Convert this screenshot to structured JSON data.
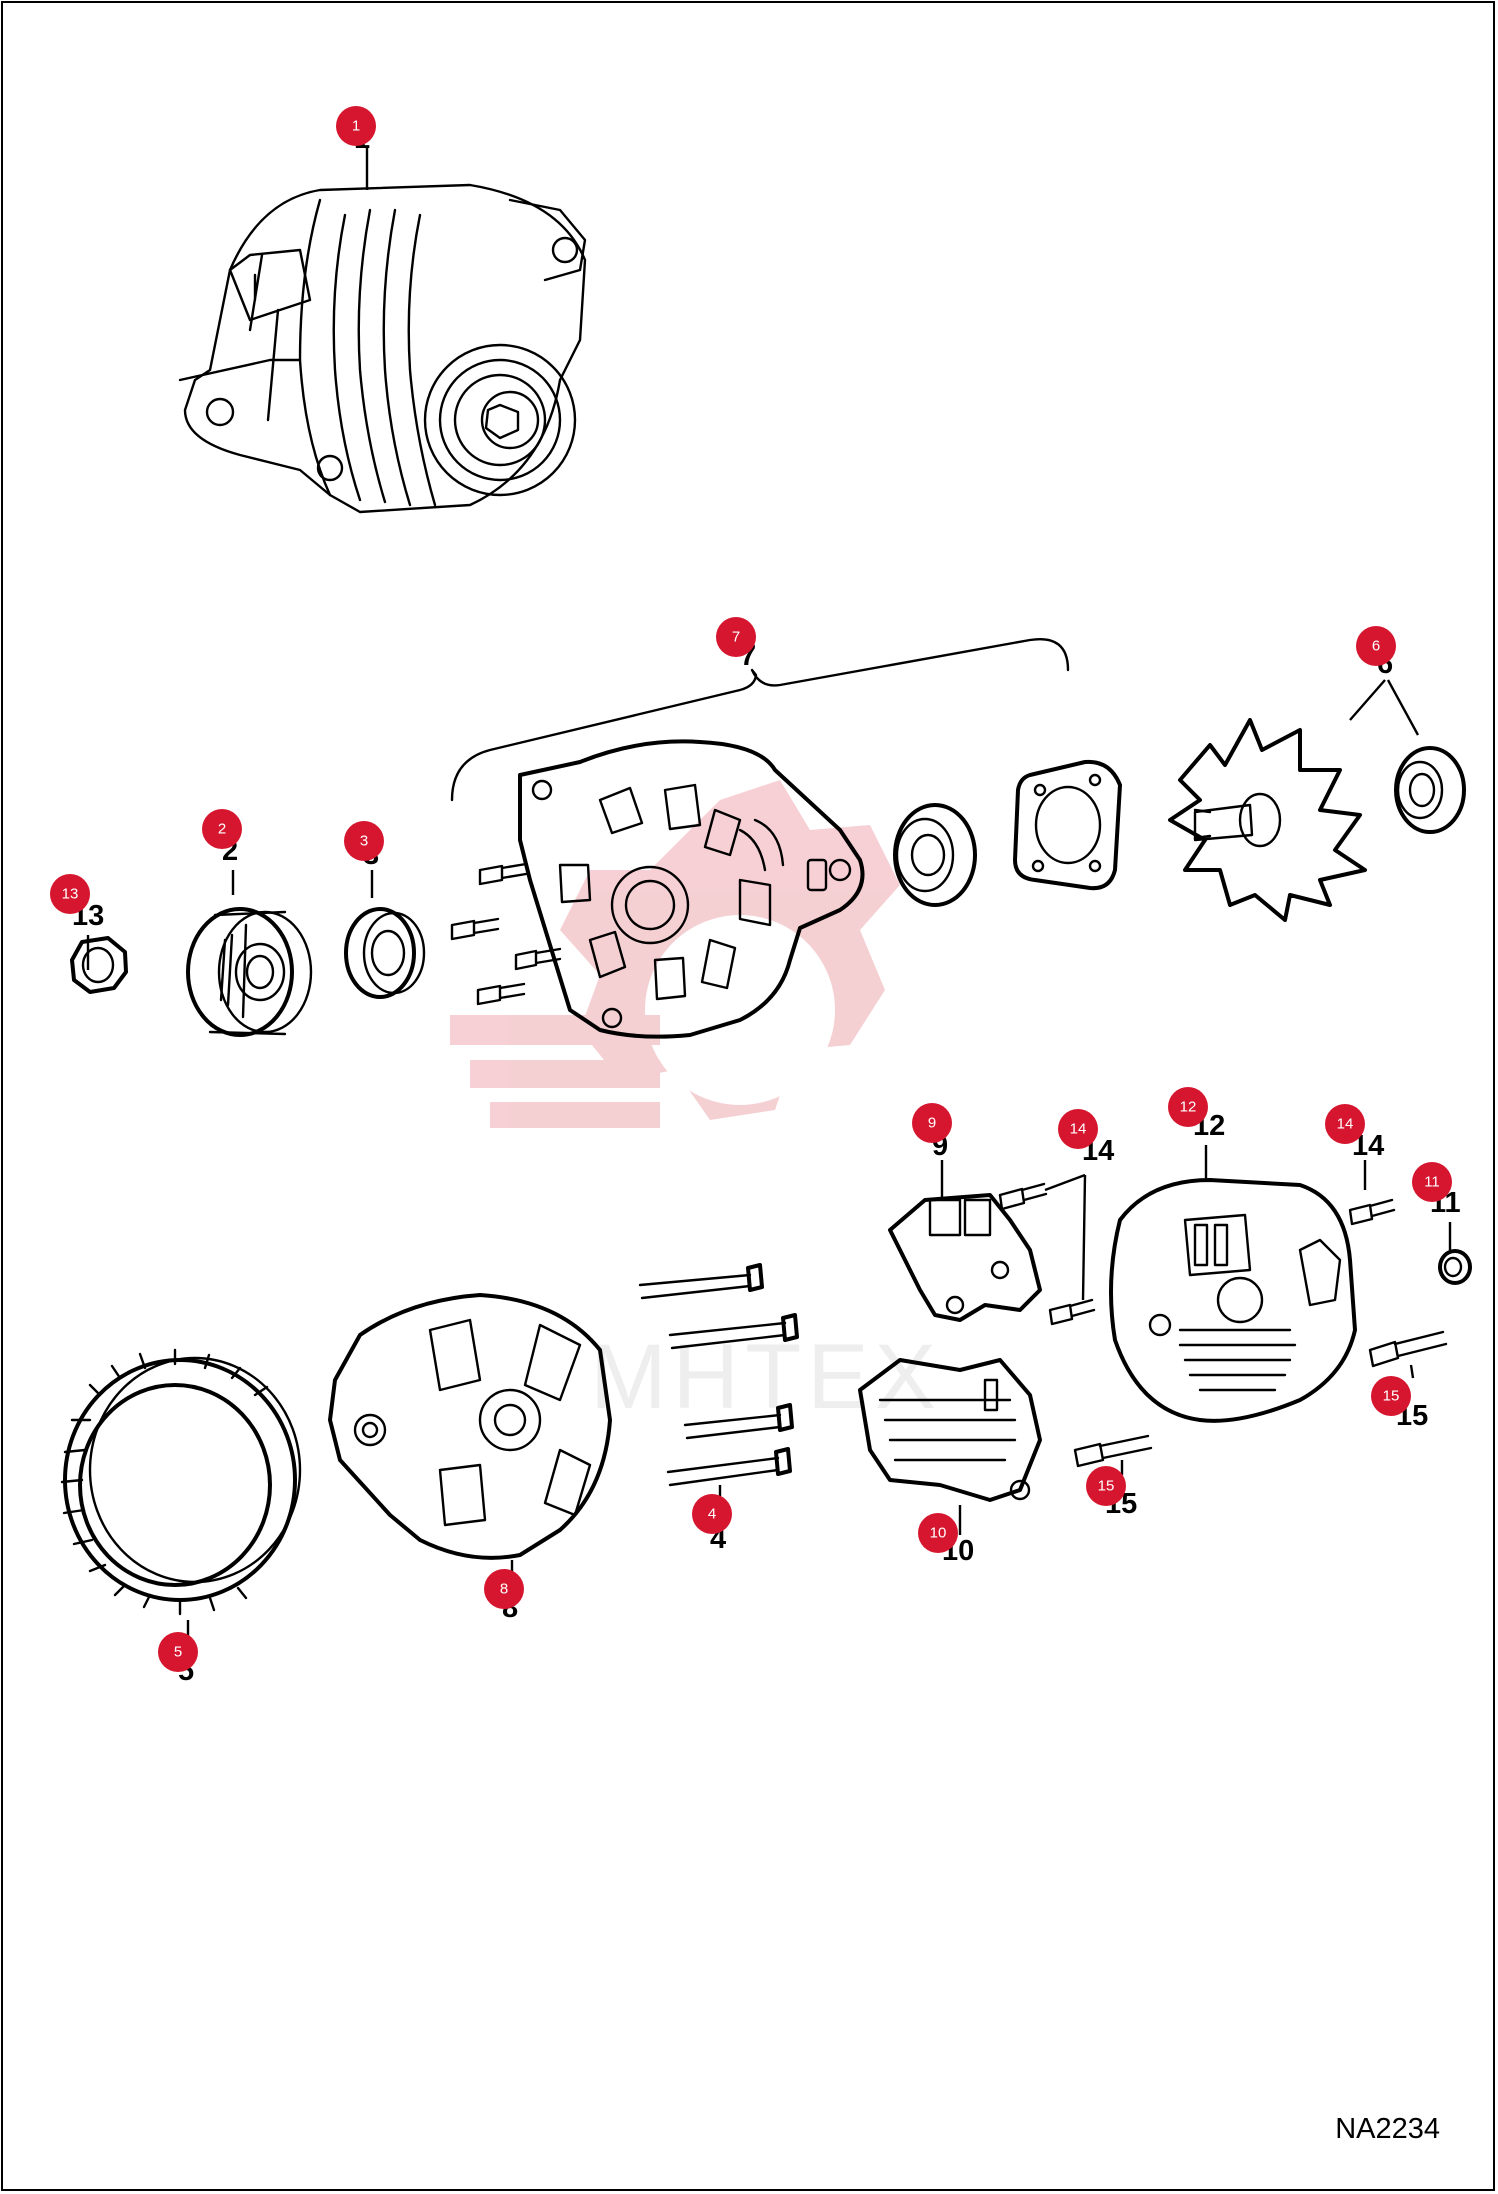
{
  "diagram_code": "NA2234",
  "watermark_text": "MHTEX",
  "badge_color": "#d6162f",
  "callouts": [
    {
      "id": "1",
      "label": "1"
    },
    {
      "id": "2",
      "label": "2"
    },
    {
      "id": "3",
      "label": "3"
    },
    {
      "id": "4",
      "label": "4"
    },
    {
      "id": "5",
      "label": "5"
    },
    {
      "id": "6",
      "label": "6"
    },
    {
      "id": "7",
      "label": "7"
    },
    {
      "id": "8",
      "label": "8"
    },
    {
      "id": "9",
      "label": "9"
    },
    {
      "id": "10",
      "label": "10"
    },
    {
      "id": "11",
      "label": "11"
    },
    {
      "id": "12",
      "label": "12"
    },
    {
      "id": "13",
      "label": "13"
    },
    {
      "id": "14a",
      "label": "14"
    },
    {
      "id": "14b",
      "label": "14"
    },
    {
      "id": "15a",
      "label": "15"
    },
    {
      "id": "15b",
      "label": "15"
    }
  ]
}
